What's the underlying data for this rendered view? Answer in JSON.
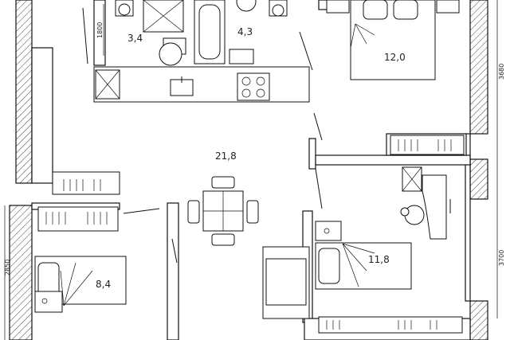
{
  "rooms": {
    "wc": "3,4",
    "bathroom": "4,3",
    "bedroom_main": "12,0",
    "living": "21,8",
    "bedroom_child": "11,8",
    "bedroom_small": "8,4"
  },
  "dimensions": {
    "wc_height": "1800",
    "right_upper": "3680",
    "right_lower": "3700",
    "left_lower": "2850"
  }
}
